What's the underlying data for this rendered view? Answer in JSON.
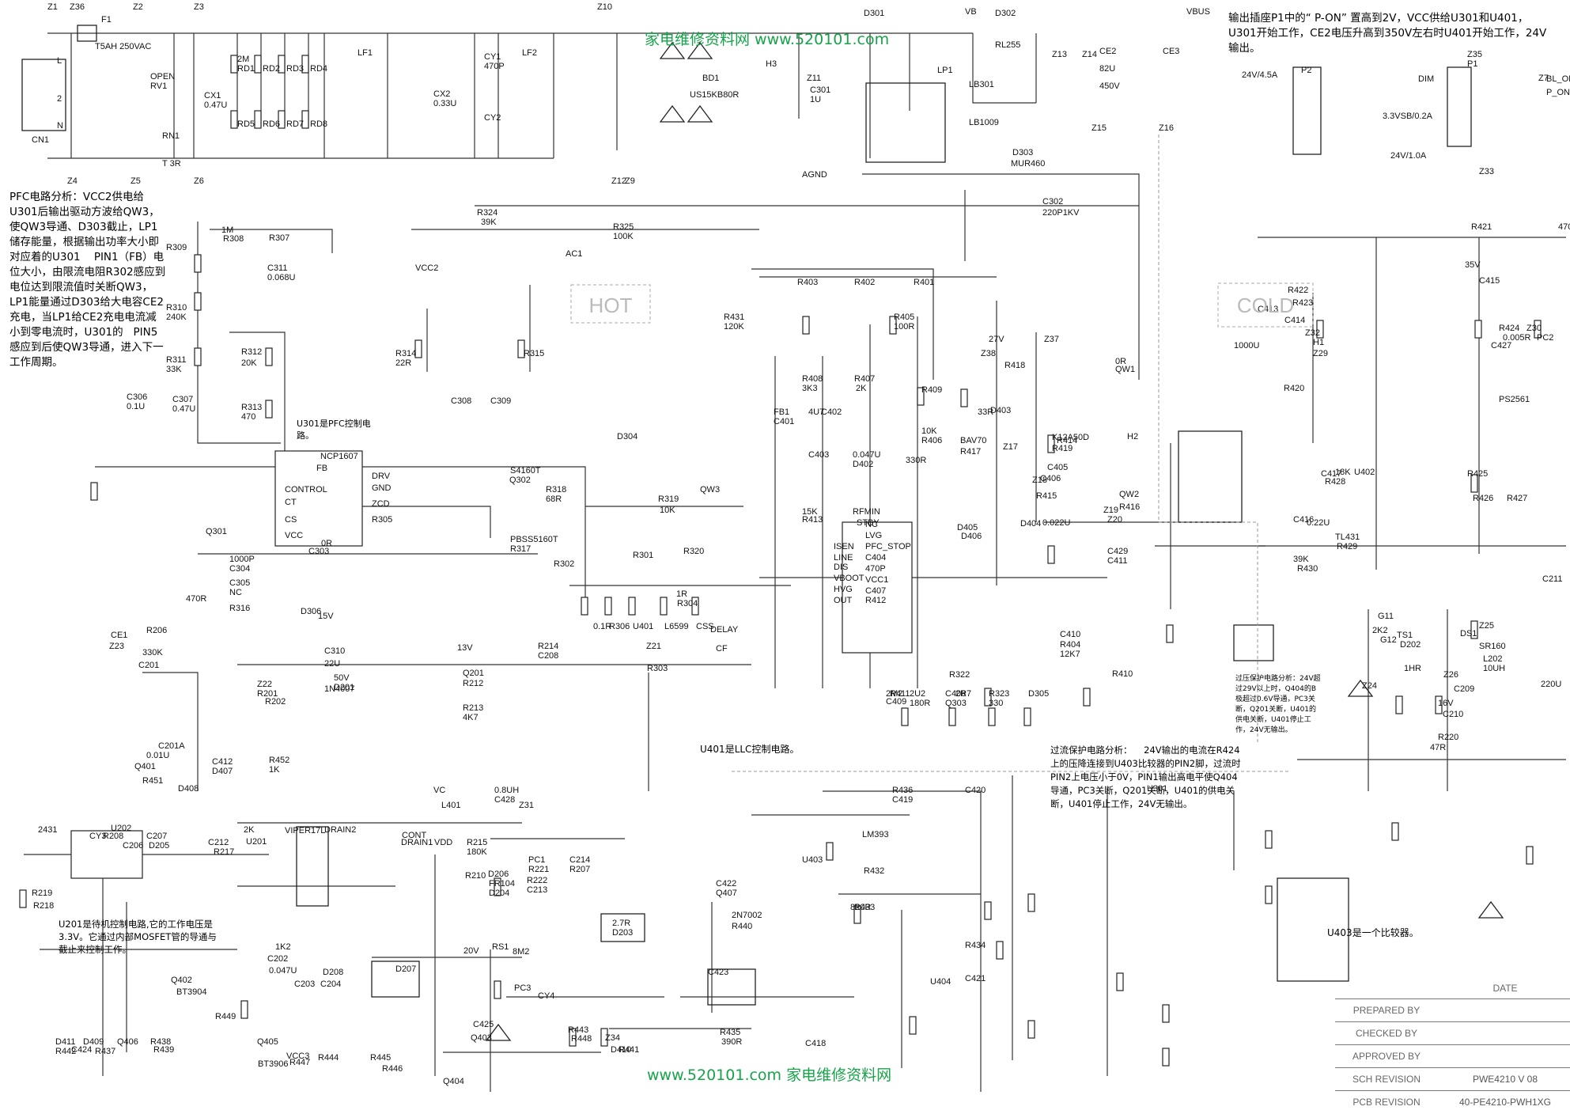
{
  "watermarks": {
    "top": "家电维修资料网   www.520101.com",
    "bottom": "www.520101.com  家电维修资料网"
  },
  "notes": {
    "p1_on": "输出插座P1中的“ P-ON” 置高到2V，VCC供给U301和U401，U301开始工作，CE2电压升高到350V左右时U401开始工作，24V输出。",
    "pfc_analysis": "PFC电路分析：VCC2供电给U301后输出驱动方波给QW3，使QW3导通、D303截止，LP1储存能量，根据输出功率大小即对应着的U301    PIN1（FB）电位大小，由限流电阻R302感应到电位达到限流值时关断QW3，LP1能量通过D303给大电容CE2充电，当LP1给CE2充电电流减小到零电流时，U301的   PIN5感应到后使QW3导通，进入下一工作周期。",
    "u301": "U301是PFC控制电路。",
    "u401": "U401是LLC控制电路。",
    "u201": "U201是待机控制电路,它的工作电压是3.3V。它通过内部MOSFET管的导通与截止来控制工作。",
    "overcurrent": "过流保护电路分析：    24V输出的电流在R424上的压降连接到U403比较器的PIN2脚，过流时PIN2上电压小于0V，PIN1输出高电平使Q404导通，PC3关断，Q201关断，U401的供电关断，U401停止工作，24V无输出。",
    "overvoltage": "过压保护电路分析：24V超过29V以上时，Q404的B极超过0.6V导通，PC3关断，Q201关断，U401的供电关断，U401停止工作，24V无输出。",
    "u403": "U403是一个比较器。"
  },
  "zones": {
    "hot": "HOT",
    "cold": "COLD"
  },
  "title_block": {
    "date_label": "DATE",
    "rows": [
      {
        "label": "PREPARED BY",
        "value": ""
      },
      {
        "label": "CHECKED BY",
        "value": ""
      },
      {
        "label": "APPROVED BY",
        "value": ""
      },
      {
        "label": "SCH REVISION",
        "value": "PWE4210  V 08"
      },
      {
        "label": "PCB REVISION",
        "value": "40-PE4210-PWH1XG"
      }
    ]
  },
  "labels": [
    {
      "t": "Z1"
    },
    {
      "t": "Z36"
    },
    {
      "t": "Z2"
    },
    {
      "t": "Z3"
    },
    {
      "t": "Z10"
    },
    {
      "t": "F1"
    },
    {
      "t": "T5AH 250VAC"
    },
    {
      "t": "CN1"
    },
    {
      "t": "L"
    },
    {
      "t": "2"
    },
    {
      "t": "N"
    },
    {
      "t": "OPEN"
    },
    {
      "t": "RV1"
    },
    {
      "t": "RN1"
    },
    {
      "t": "T 3R"
    },
    {
      "t": "Z4"
    },
    {
      "t": "Z5"
    },
    {
      "t": "Z6"
    },
    {
      "t": "CX1"
    },
    {
      "t": "0.47U"
    },
    {
      "t": "2M"
    },
    {
      "t": "RD1"
    },
    {
      "t": "RD2"
    },
    {
      "t": "RD3"
    },
    {
      "t": "RD4"
    },
    {
      "t": "RD5"
    },
    {
      "t": "RD6"
    },
    {
      "t": "RD7"
    },
    {
      "t": "RD8"
    },
    {
      "t": "LF1"
    },
    {
      "t": "CX2"
    },
    {
      "t": "0.33U"
    },
    {
      "t": "CY1"
    },
    {
      "t": "470P"
    },
    {
      "t": "CY2"
    },
    {
      "t": "LF2"
    },
    {
      "t": "BD1"
    },
    {
      "t": "US15KB80R"
    },
    {
      "t": "Z9"
    },
    {
      "t": "Z12"
    },
    {
      "t": "H3"
    },
    {
      "t": "C301"
    },
    {
      "t": "1U"
    },
    {
      "t": "Z11"
    },
    {
      "t": "AGND"
    },
    {
      "t": "D301"
    },
    {
      "t": "VB"
    },
    {
      "t": "D302"
    },
    {
      "t": "RL255"
    },
    {
      "t": "VBUS"
    },
    {
      "t": "Z13"
    },
    {
      "t": "Z14"
    },
    {
      "t": "CE2"
    },
    {
      "t": "82U"
    },
    {
      "t": "450V"
    },
    {
      "t": "CE3"
    },
    {
      "t": "Z15"
    },
    {
      "t": "Z16"
    },
    {
      "t": "LP1"
    },
    {
      "t": "LB301"
    },
    {
      "t": "LB1009"
    },
    {
      "t": "D303"
    },
    {
      "t": "MUR460"
    },
    {
      "t": "P2"
    },
    {
      "t": "P1"
    },
    {
      "t": "Z35"
    },
    {
      "t": "Z7"
    },
    {
      "t": "DIM"
    },
    {
      "t": "BL_ON"
    },
    {
      "t": "P_ON"
    },
    {
      "t": "24V/4.5A"
    },
    {
      "t": "3.3VSB/0.2A"
    },
    {
      "t": "24V/1.0A"
    },
    {
      "t": "Z33"
    },
    {
      "t": "R324"
    },
    {
      "t": "39K"
    },
    {
      "t": "R325"
    },
    {
      "t": "100K"
    },
    {
      "t": "AC1"
    },
    {
      "t": "C302"
    },
    {
      "t": "220P1KV"
    },
    {
      "t": "R308"
    },
    {
      "t": "1M"
    },
    {
      "t": "R307"
    },
    {
      "t": "C311"
    },
    {
      "t": "0.068U"
    },
    {
      "t": "R309"
    },
    {
      "t": "R310"
    },
    {
      "t": "240K"
    },
    {
      "t": "R311"
    },
    {
      "t": "33K"
    },
    {
      "t": "C306"
    },
    {
      "t": "0.1U"
    },
    {
      "t": "C307"
    },
    {
      "t": "0.47U"
    },
    {
      "t": "R312"
    },
    {
      "t": "20K"
    },
    {
      "t": "R313"
    },
    {
      "t": "470"
    },
    {
      "t": "VCC2"
    },
    {
      "t": "R314"
    },
    {
      "t": "22R"
    },
    {
      "t": "R315"
    },
    {
      "t": "C308"
    },
    {
      "t": "C309"
    },
    {
      "t": "R403"
    },
    {
      "t": "R402"
    },
    {
      "t": "R401"
    },
    {
      "t": "R431"
    },
    {
      "t": "120K"
    },
    {
      "t": "R405"
    },
    {
      "t": "100R"
    },
    {
      "t": "R408"
    },
    {
      "t": "3K3"
    },
    {
      "t": "R407"
    },
    {
      "t": "2K"
    },
    {
      "t": "R409"
    },
    {
      "t": "10K"
    },
    {
      "t": "R406"
    },
    {
      "t": "330R"
    },
    {
      "t": "FB1"
    },
    {
      "t": "C401"
    },
    {
      "t": "4U7"
    },
    {
      "t": "C402"
    },
    {
      "t": "C403"
    },
    {
      "t": "0.047U"
    },
    {
      "t": "D402"
    },
    {
      "t": "27V"
    },
    {
      "t": "Z37"
    },
    {
      "t": "Z38"
    },
    {
      "t": "R418"
    },
    {
      "t": "33R"
    },
    {
      "t": "D403"
    },
    {
      "t": "BAV70"
    },
    {
      "t": "R417"
    },
    {
      "t": "0R"
    },
    {
      "t": "QW1"
    },
    {
      "t": "K12A50D"
    },
    {
      "t": "R419"
    },
    {
      "t": "Z17"
    },
    {
      "t": "R415"
    },
    {
      "t": "D404"
    },
    {
      "t": "Z18"
    },
    {
      "t": "QW2"
    },
    {
      "t": "R416"
    },
    {
      "t": "R414"
    },
    {
      "t": "C405"
    },
    {
      "t": "C406"
    },
    {
      "t": "0.022U"
    },
    {
      "t": "Z19"
    },
    {
      "t": "Z20"
    },
    {
      "t": "H2"
    },
    {
      "t": "U301"
    },
    {
      "t": "NCP1607"
    },
    {
      "t": "FB"
    },
    {
      "t": "CONTROL"
    },
    {
      "t": "CT"
    },
    {
      "t": "CS"
    },
    {
      "t": "VCC"
    },
    {
      "t": "DRV"
    },
    {
      "t": "GND"
    },
    {
      "t": "ZCD"
    },
    {
      "t": "R305"
    },
    {
      "t": "0R"
    },
    {
      "t": "C303"
    },
    {
      "t": "1000P"
    },
    {
      "t": "C304"
    },
    {
      "t": "C305"
    },
    {
      "t": "NC"
    },
    {
      "t": "R316"
    },
    {
      "t": "470R"
    },
    {
      "t": "Q301"
    },
    {
      "t": "S4160T"
    },
    {
      "t": "Q302"
    },
    {
      "t": "PBSS5160T"
    },
    {
      "t": "R317"
    },
    {
      "t": "R318"
    },
    {
      "t": "68R"
    },
    {
      "t": "QW3"
    },
    {
      "t": "D304"
    },
    {
      "t": "R319"
    },
    {
      "t": "10K"
    },
    {
      "t": "R320"
    },
    {
      "t": "Z21"
    },
    {
      "t": "R303"
    },
    {
      "t": "1R"
    },
    {
      "t": "R304"
    },
    {
      "t": "R301"
    },
    {
      "t": "R302"
    },
    {
      "t": "0.1R"
    },
    {
      "t": "R306"
    },
    {
      "t": "U401"
    },
    {
      "t": "L6599"
    },
    {
      "t": "CSS"
    },
    {
      "t": "DELAY"
    },
    {
      "t": "CF"
    },
    {
      "t": "RFMIN"
    },
    {
      "t": "STBY"
    },
    {
      "t": "ISEN"
    },
    {
      "t": "LINE"
    },
    {
      "t": "DIS"
    },
    {
      "t": "VBOOT"
    },
    {
      "t": "HVG"
    },
    {
      "t": "OUT"
    },
    {
      "t": "NC"
    },
    {
      "t": "LVG"
    },
    {
      "t": "PFC_STOP"
    },
    {
      "t": "C404"
    },
    {
      "t": "470P"
    },
    {
      "t": "VCC1"
    },
    {
      "t": "C407"
    },
    {
      "t": "R412"
    },
    {
      "t": "15K"
    },
    {
      "t": "R413"
    },
    {
      "t": "D405"
    },
    {
      "t": "D406"
    },
    {
      "t": "C429"
    },
    {
      "t": "C411"
    },
    {
      "t": "R404"
    },
    {
      "t": "12K7"
    },
    {
      "t": "C410"
    },
    {
      "t": "R410"
    },
    {
      "t": "2M2"
    },
    {
      "t": "C409"
    },
    {
      "t": "2U2"
    },
    {
      "t": "R411"
    },
    {
      "t": "180R"
    },
    {
      "t": "C408"
    },
    {
      "t": "Q303"
    },
    {
      "t": "R322"
    },
    {
      "t": "2R7"
    },
    {
      "t": "R323"
    },
    {
      "t": "330"
    },
    {
      "t": "D305"
    },
    {
      "t": "D306"
    },
    {
      "t": "15V"
    },
    {
      "t": "C310"
    },
    {
      "t": "22U"
    },
    {
      "t": "50V"
    },
    {
      "t": "D201"
    },
    {
      "t": "1N4007"
    },
    {
      "t": "Z22"
    },
    {
      "t": "R201"
    },
    {
      "t": "R202"
    },
    {
      "t": "CE1"
    },
    {
      "t": "Z23"
    },
    {
      "t": "R206"
    },
    {
      "t": "330K"
    },
    {
      "t": "C201"
    },
    {
      "t": "C201A"
    },
    {
      "t": "0.01U"
    },
    {
      "t": "Q401"
    },
    {
      "t": "R451"
    },
    {
      "t": "R452"
    },
    {
      "t": "1K"
    },
    {
      "t": "C412"
    },
    {
      "t": "D407"
    },
    {
      "t": "D408"
    },
    {
      "t": "13V"
    },
    {
      "t": "Q201"
    },
    {
      "t": "R212"
    },
    {
      "t": "R213"
    },
    {
      "t": "4K7"
    },
    {
      "t": "R214"
    },
    {
      "t": "C208"
    },
    {
      "t": "VC"
    },
    {
      "t": "L401"
    },
    {
      "t": "0.8UH"
    },
    {
      "t": "C428"
    },
    {
      "t": "Z31"
    },
    {
      "t": "R421"
    },
    {
      "t": "C415"
    },
    {
      "t": "470U"
    },
    {
      "t": "35V"
    },
    {
      "t": "C427"
    },
    {
      "t": "R422"
    },
    {
      "t": "R423"
    },
    {
      "t": "Z32"
    },
    {
      "t": "H1"
    },
    {
      "t": "Z29"
    },
    {
      "t": "C413"
    },
    {
      "t": "1000U"
    },
    {
      "t": "C414"
    },
    {
      "t": "R420"
    },
    {
      "t": "R424"
    },
    {
      "t": "0.005R"
    },
    {
      "t": "Z30"
    },
    {
      "t": "PC2"
    },
    {
      "t": "PS2561"
    },
    {
      "t": "R425"
    },
    {
      "t": "R426"
    },
    {
      "t": "R427"
    },
    {
      "t": "C416"
    },
    {
      "t": "0.22U"
    },
    {
      "t": "C417"
    },
    {
      "t": "R428"
    },
    {
      "t": "18K"
    },
    {
      "t": "U402"
    },
    {
      "t": "TL431"
    },
    {
      "t": "R429"
    },
    {
      "t": "39K"
    },
    {
      "t": "R430"
    },
    {
      "t": "2K2"
    },
    {
      "t": "G11"
    },
    {
      "t": "G12"
    },
    {
      "t": "D202"
    },
    {
      "t": "1HR"
    },
    {
      "t": "Z24"
    },
    {
      "t": "TS1"
    },
    {
      "t": "DS1"
    },
    {
      "t": "SR160"
    },
    {
      "t": "Z25"
    },
    {
      "t": "L202"
    },
    {
      "t": "10UH"
    },
    {
      "t": "Z26"
    },
    {
      "t": "C209"
    },
    {
      "t": "16V"
    },
    {
      "t": "C210"
    },
    {
      "t": "R220"
    },
    {
      "t": "47R"
    },
    {
      "t": "C211"
    },
    {
      "t": "220U"
    },
    {
      "t": "C212"
    },
    {
      "t": "R217"
    },
    {
      "t": "2K"
    },
    {
      "t": "U201"
    },
    {
      "t": "VIPER17L"
    },
    {
      "t": "DRAIN2"
    },
    {
      "t": "DRAIN1"
    },
    {
      "t": "CONT"
    },
    {
      "t": "VDD"
    },
    {
      "t": "R215"
    },
    {
      "t": "180K"
    },
    {
      "t": "R210"
    },
    {
      "t": "D206"
    },
    {
      "t": "FR104"
    },
    {
      "t": "D204"
    },
    {
      "t": "PC1"
    },
    {
      "t": "R221"
    },
    {
      "t": "R222"
    },
    {
      "t": "C213"
    },
    {
      "t": "C214"
    },
    {
      "t": "R207"
    },
    {
      "t": "2.7R"
    },
    {
      "t": "D203"
    },
    {
      "t": "R208"
    },
    {
      "t": "C206"
    },
    {
      "t": "C207"
    },
    {
      "t": "D205"
    },
    {
      "t": "U202"
    },
    {
      "t": "2431"
    },
    {
      "t": "CY3"
    },
    {
      "t": "R219"
    },
    {
      "t": "R218"
    },
    {
      "t": "1K2"
    },
    {
      "t": "C202"
    },
    {
      "t": "0.047U"
    },
    {
      "t": "D208"
    },
    {
      "t": "C204"
    },
    {
      "t": "C203"
    },
    {
      "t": "D207"
    },
    {
      "t": "20V"
    },
    {
      "t": "RS1"
    },
    {
      "t": "8M2"
    },
    {
      "t": "CY4"
    },
    {
      "t": "PC3"
    },
    {
      "t": "Q402"
    },
    {
      "t": "BT3904"
    },
    {
      "t": "R449"
    },
    {
      "t": "Q405"
    },
    {
      "t": "BT3906"
    },
    {
      "t": "VCC3"
    },
    {
      "t": "R444"
    },
    {
      "t": "R445"
    },
    {
      "t": "R446"
    },
    {
      "t": "R447"
    },
    {
      "t": "C425"
    },
    {
      "t": "Q403"
    },
    {
      "t": "Q404"
    },
    {
      "t": "R443"
    },
    {
      "t": "R448"
    },
    {
      "t": "Z34"
    },
    {
      "t": "D410"
    },
    {
      "t": "R441"
    },
    {
      "t": "D411"
    },
    {
      "t": "R442"
    },
    {
      "t": "C424"
    },
    {
      "t": "D409"
    },
    {
      "t": "R437"
    },
    {
      "t": "Q406"
    },
    {
      "t": "R438"
    },
    {
      "t": "R439"
    },
    {
      "t": "C422"
    },
    {
      "t": "Q407"
    },
    {
      "t": "2N7002"
    },
    {
      "t": "R440"
    },
    {
      "t": "C423"
    },
    {
      "t": "R435"
    },
    {
      "t": "390R"
    },
    {
      "t": "C418"
    },
    {
      "t": "R436"
    },
    {
      "t": "C419"
    },
    {
      "t": "C420"
    },
    {
      "t": "U403"
    },
    {
      "t": "LM393"
    },
    {
      "t": "R432"
    },
    {
      "t": "820R"
    },
    {
      "t": "R433"
    },
    {
      "t": "R434"
    },
    {
      "t": "C421"
    },
    {
      "t": "U404"
    }
  ]
}
